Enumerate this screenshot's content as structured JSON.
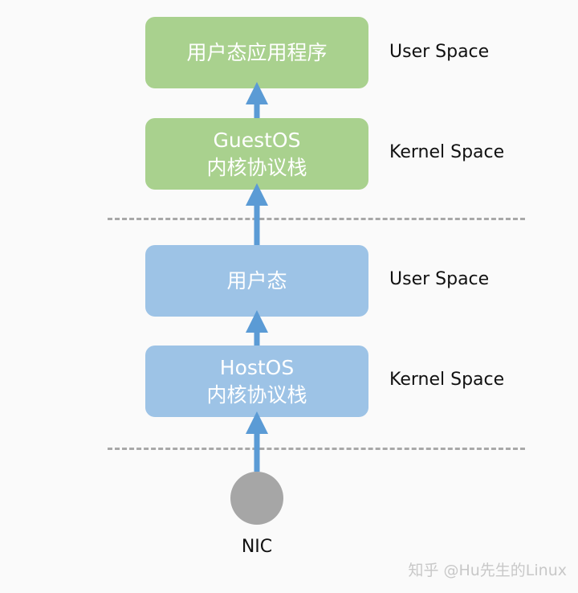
{
  "diagram": {
    "boxes": [
      {
        "id": "guest-user",
        "lines": [
          "用户态应用程序"
        ]
      },
      {
        "id": "guest-kernel",
        "lines": [
          "GuestOS",
          "内核协议栈"
        ]
      },
      {
        "id": "host-user",
        "lines": [
          "用户态"
        ]
      },
      {
        "id": "host-kernel",
        "lines": [
          "HostOS",
          "内核协议栈"
        ]
      }
    ],
    "labels": [
      "User Space",
      "Kernel Space",
      "User Space",
      "Kernel Space"
    ],
    "nic": "NIC"
  },
  "watermark": "知乎 @Hu先生的Linux",
  "colors": {
    "guest_box": "#a9d18e",
    "host_box": "#9dc3e6",
    "arrow": "#5b9bd5",
    "nic": "#a6a6a6",
    "dash": "#a8a8a8"
  }
}
